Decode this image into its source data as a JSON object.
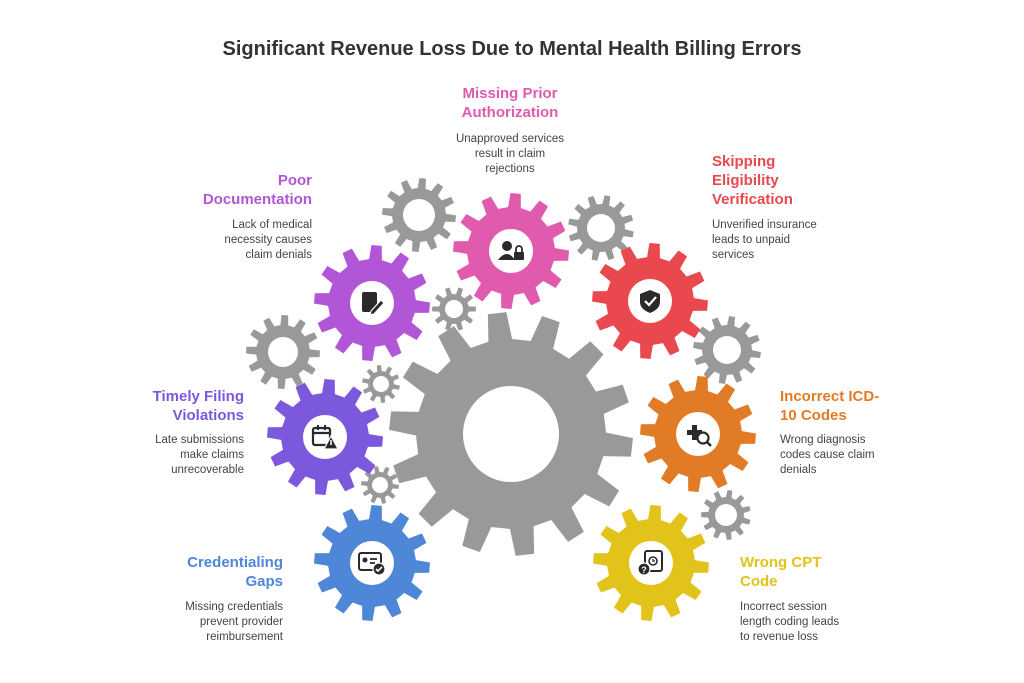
{
  "title": "Significant Revenue Loss Due to Mental Health Billing Errors",
  "colors": {
    "gray_gear": "#999999",
    "pink": "#E05AAE",
    "red": "#E8484E",
    "purple": "#B156D6",
    "violet": "#7B58DC",
    "orange": "#E27B26",
    "blue": "#4E86D8",
    "yellow": "#E2C319"
  },
  "items": [
    {
      "key": "prior_auth",
      "label_lines": [
        "Missing Prior",
        "Authorization"
      ],
      "desc_lines": [
        "Unapproved services",
        "result in claim",
        "rejections"
      ],
      "color": "#E05AAE",
      "icon": "user-lock-icon"
    },
    {
      "key": "eligibility",
      "label_lines": [
        "Skipping",
        "Eligibility",
        "Verification"
      ],
      "desc_lines": [
        "Unverified insurance",
        "leads to unpaid",
        "services"
      ],
      "color": "#E8484E",
      "icon": "shield-check-icon"
    },
    {
      "key": "documentation",
      "label_lines": [
        "Poor",
        "Documentation"
      ],
      "desc_lines": [
        "Lack of medical",
        "necessity causes",
        "claim denials"
      ],
      "color": "#B156D6",
      "icon": "document-edit-icon"
    },
    {
      "key": "timely_filing",
      "label_lines": [
        "Timely Filing",
        "Violations"
      ],
      "desc_lines": [
        "Late submissions",
        "make claims",
        "unrecoverable"
      ],
      "color": "#7B58DC",
      "icon": "calendar-warning-icon"
    },
    {
      "key": "icd10",
      "label_lines": [
        "Incorrect ICD-",
        "10 Codes"
      ],
      "desc_lines": [
        "Wrong diagnosis",
        "codes cause claim",
        "denials"
      ],
      "color": "#E27B26",
      "icon": "medical-search-icon"
    },
    {
      "key": "credentialing",
      "label_lines": [
        "Credentialing",
        "Gaps"
      ],
      "desc_lines": [
        "Missing credentials",
        "prevent provider",
        "reimbursement"
      ],
      "color": "#4E86D8",
      "icon": "id-card-check-icon"
    },
    {
      "key": "cpt",
      "label_lines": [
        "Wrong CPT",
        "Code"
      ],
      "desc_lines": [
        "Incorrect session",
        "length coding leads",
        "to revenue loss"
      ],
      "color": "#E2C319",
      "icon": "document-clock-icon"
    }
  ]
}
